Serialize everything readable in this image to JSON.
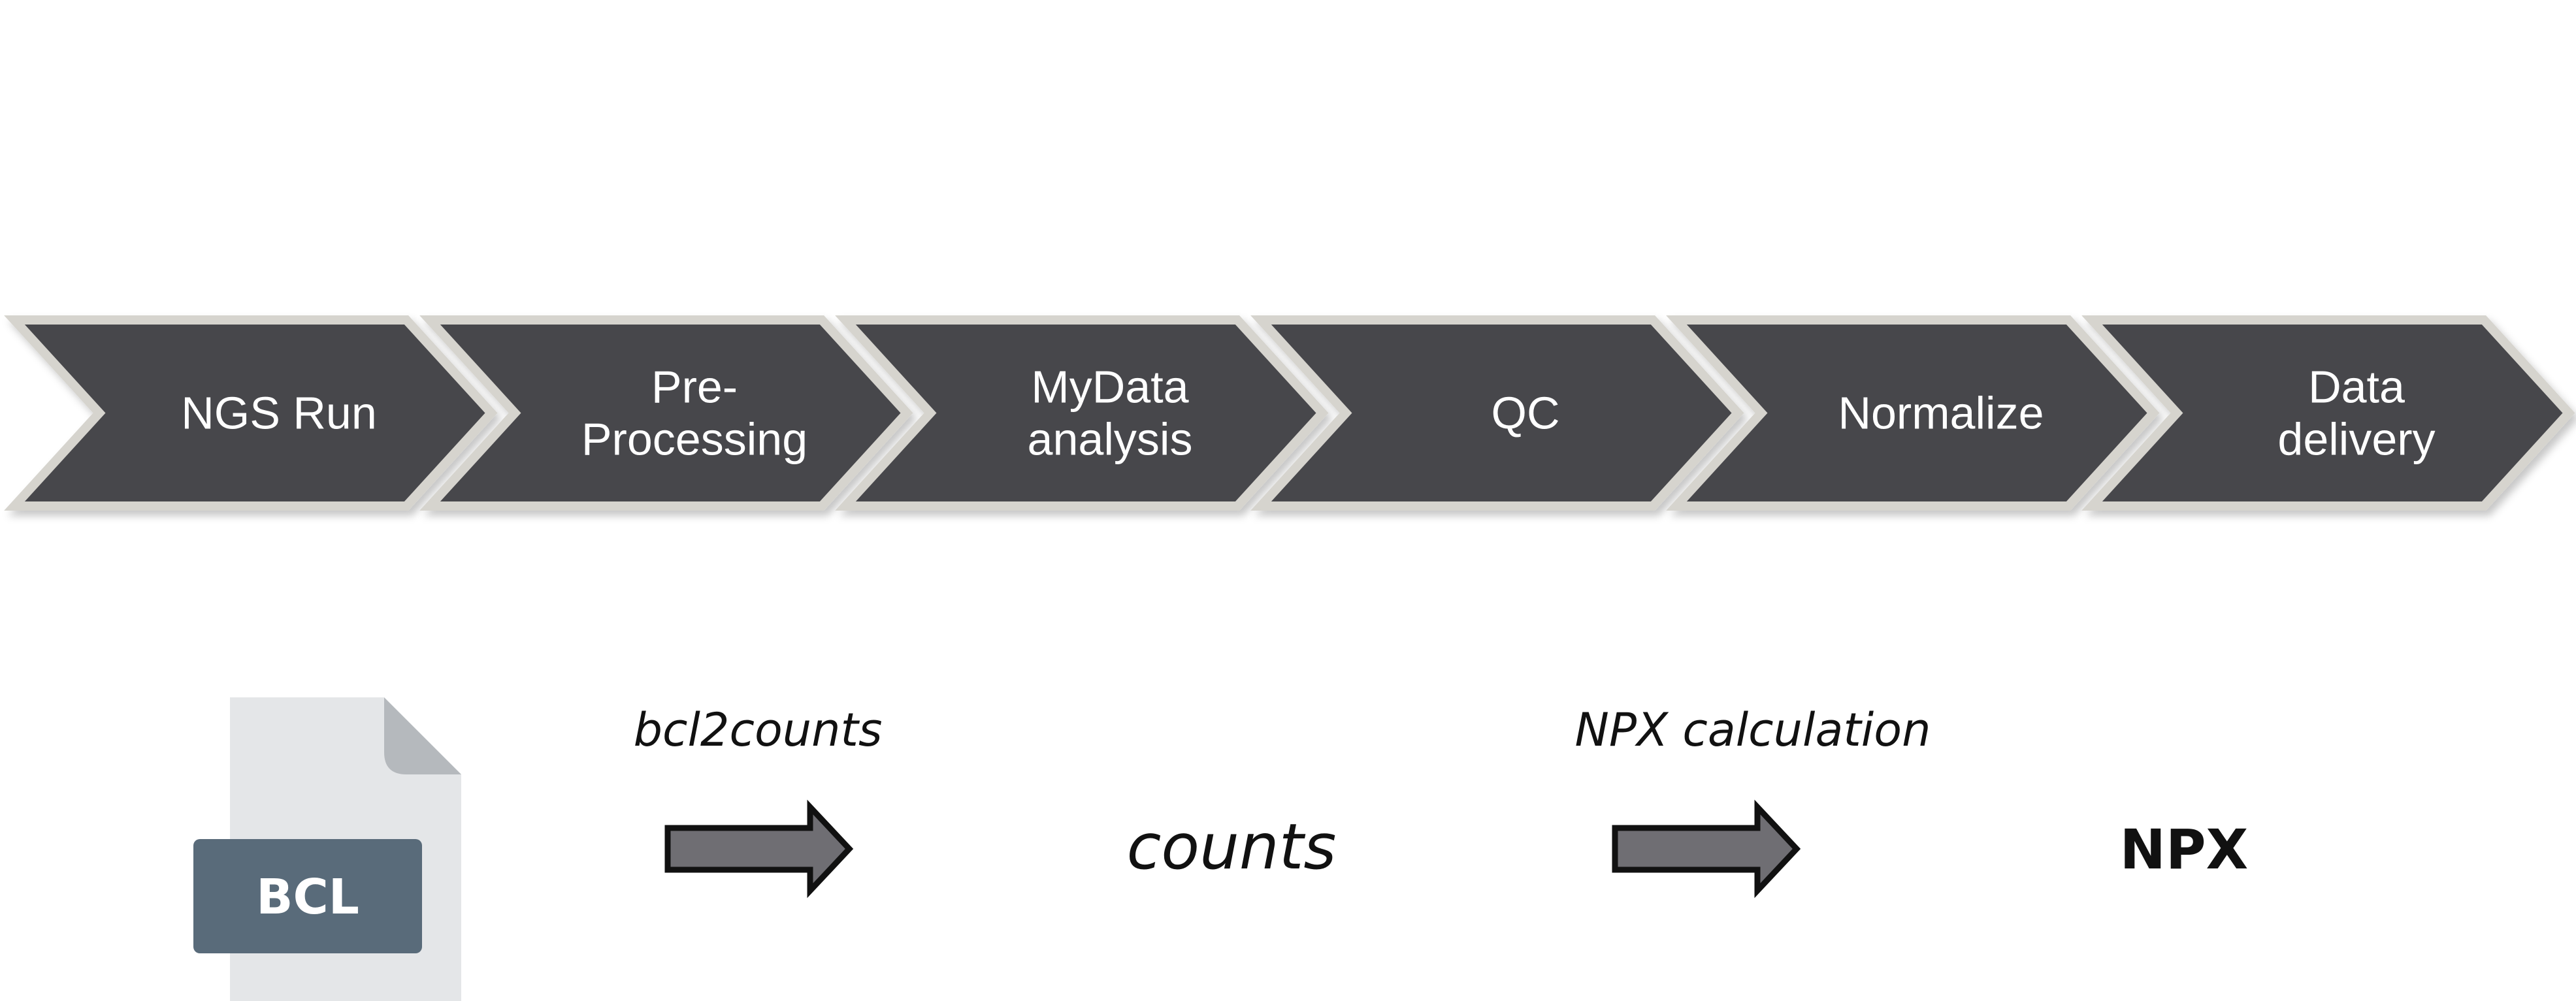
{
  "colors": {
    "chevron_fill": "#47464b",
    "chevron_border": "#d6d4ce",
    "arrow_fill": "#6f6e73",
    "file_body": "#e4e6e8",
    "file_fold": "#b5b9bd",
    "file_badge": "#596b7a"
  },
  "pipeline": {
    "steps": [
      {
        "lines": [
          "NGS Run"
        ]
      },
      {
        "lines": [
          "Pre-",
          "Processing"
        ]
      },
      {
        "lines": [
          "MyData",
          "analysis"
        ]
      },
      {
        "lines": [
          "QC"
        ]
      },
      {
        "lines": [
          "Normalize"
        ]
      },
      {
        "lines": [
          "Data",
          "delivery"
        ]
      }
    ]
  },
  "flow": {
    "file_icon": "document-icon",
    "file_label": "BCL",
    "step1_caption": "bcl2counts",
    "middle_label": "counts",
    "step2_caption": "NPX calculation",
    "output_label": "NPX"
  }
}
